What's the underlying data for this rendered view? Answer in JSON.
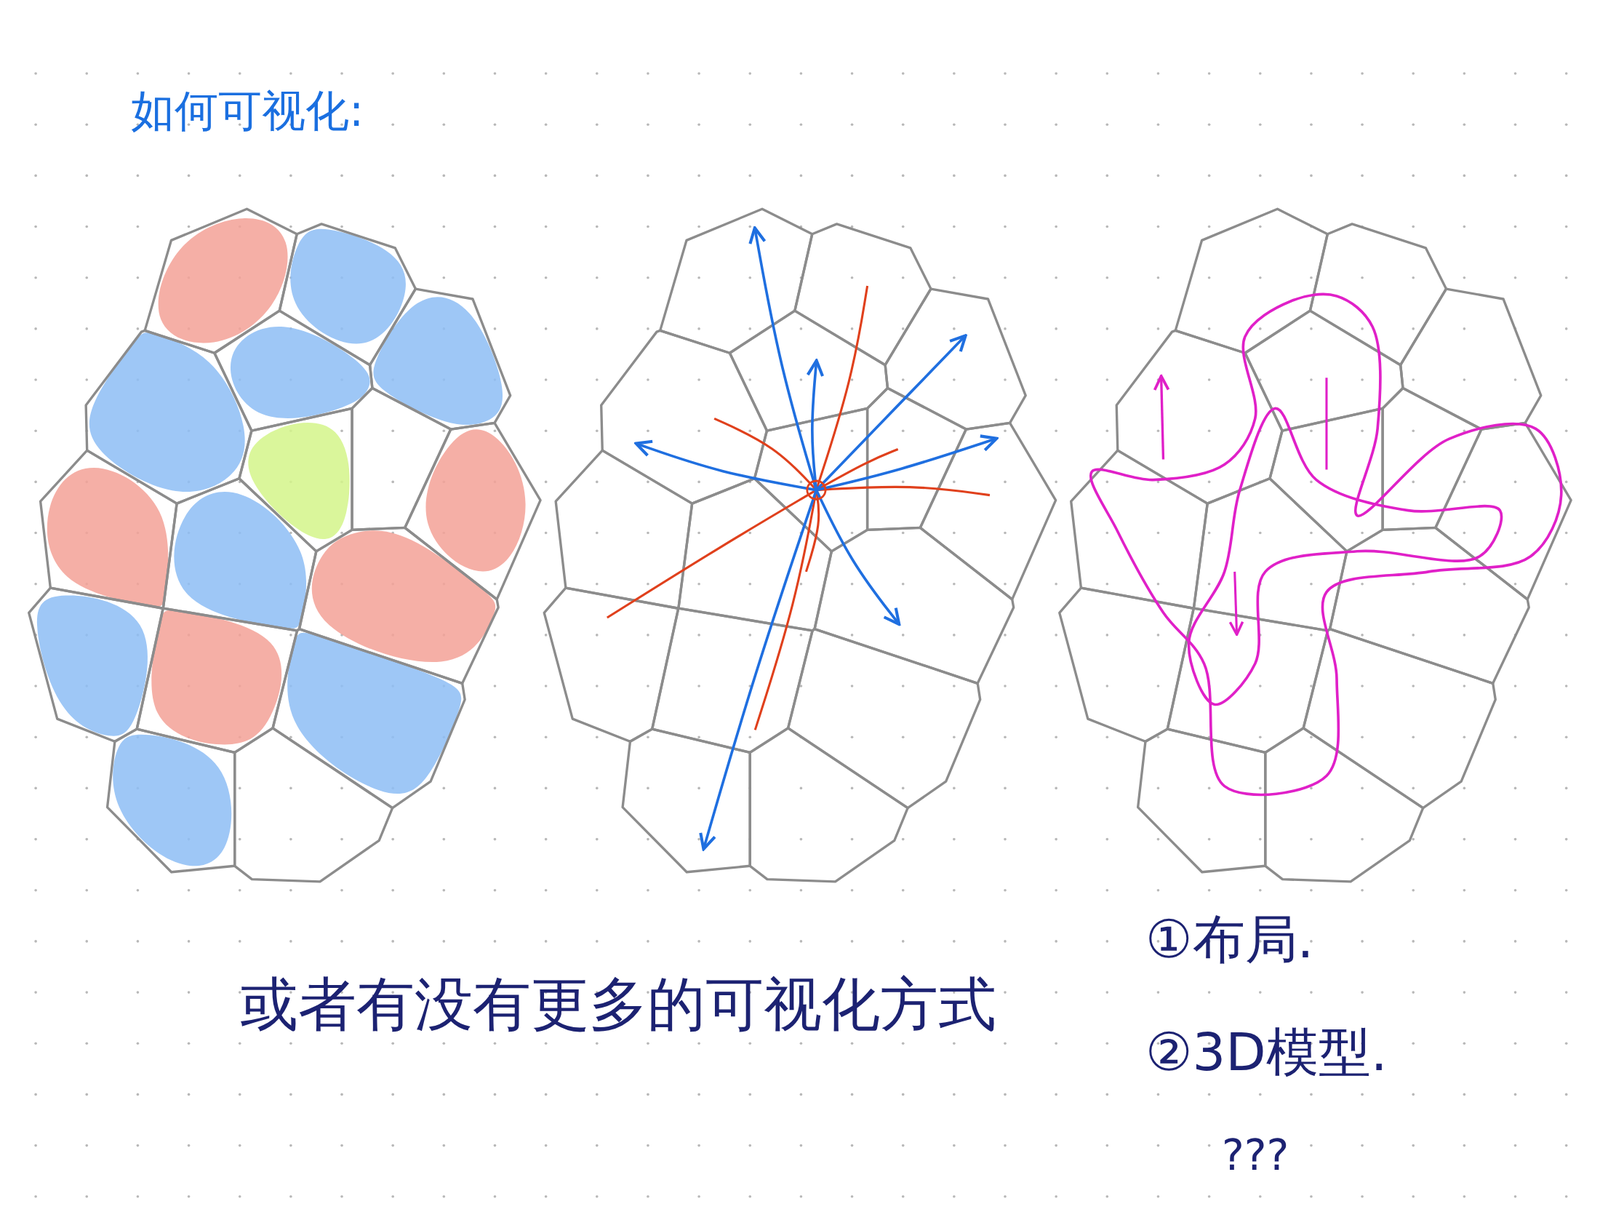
{
  "diagram": {
    "title": "如何可视化:",
    "labels": [
      "或者有没有更多的可视化方式",
      "①布局.",
      "②3D模型.",
      "???"
    ]
  }
}
